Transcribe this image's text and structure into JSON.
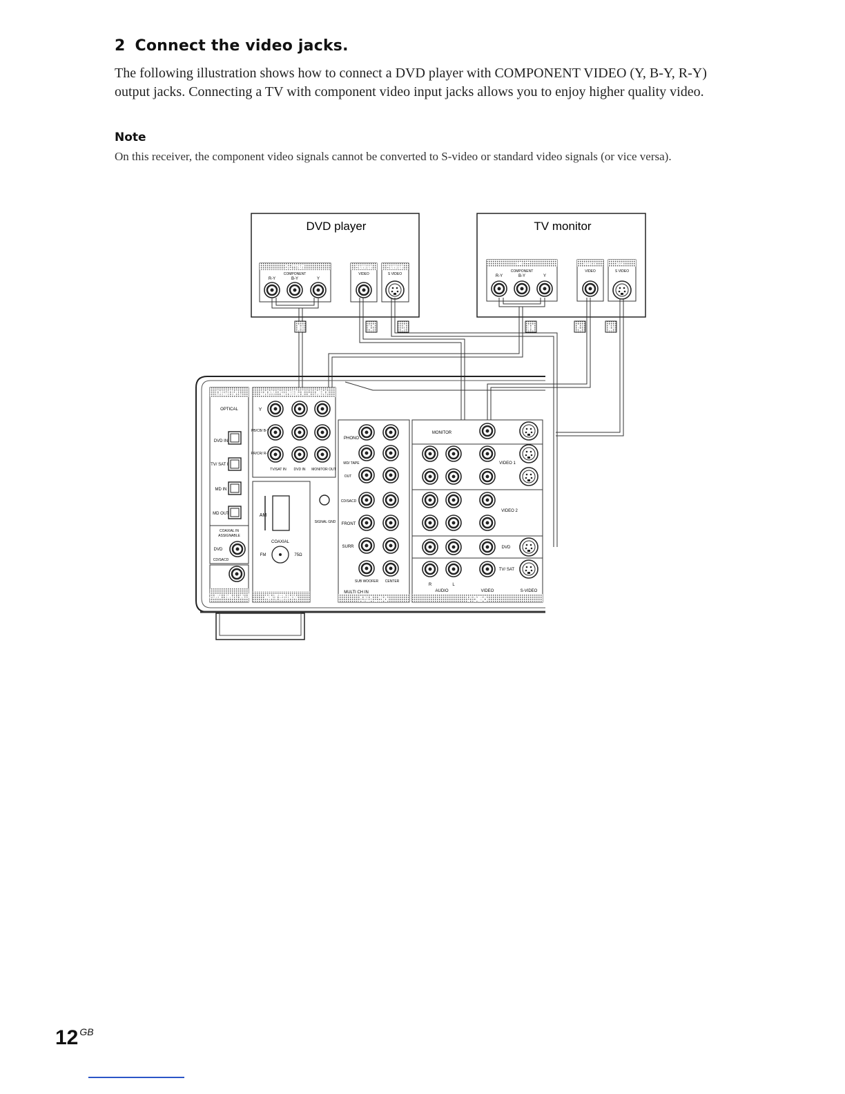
{
  "heading": {
    "number": "2",
    "title": "Connect the video jacks."
  },
  "body": "The following illustration shows how to connect a DVD player with COMPONENT VIDEO (Y, B-Y, R-Y) output jacks. Connecting a TV with component video input jacks allows you to enjoy higher quality video.",
  "note": {
    "title": "Note",
    "text": "On this receiver, the component video signals cannot be converted to S-video or standard video signals (or vice versa)."
  },
  "diagram": {
    "dvd_label": "DVD player",
    "tv_label": "TV monitor",
    "output": "OUTPUT",
    "input": "INPUT",
    "component": "COMPONENT",
    "ry": "R-Y",
    "by": "B-Y",
    "y": "Y",
    "video": "VIDEO",
    "svideo": "S VIDEO",
    "cable_h": "H",
    "cable_c": "C",
    "cable_d": "D",
    "digital": "DIGITAL",
    "optical": "OPTICAL",
    "component_video": "COMPONENT VIDEO",
    "dvd_in": "DVD IN",
    "tvsat_in": "TV/ SAT IN",
    "md_in": "MD IN",
    "md_out": "MD OUT",
    "coaxial_in": "COAXIAL IN",
    "assignable": "ASSIGNABLE",
    "dvd": "DVD",
    "cd_sacd": "CD/SACD",
    "control_a1": "CONTROL A1II",
    "antenna": "ANTENNA",
    "am": "AM",
    "fm": "FM",
    "coaxial": "COAXIAL",
    "ohm": "75Ω",
    "signal_gnd": "SIGNAL GND",
    "pb_cb": "PB/CB/ B-Y",
    "pr_cr": "PR/CR/ R-Y",
    "tvsat_in2": "TV/SAT IN",
    "dvd_in2": "DVD IN",
    "monitor_out": "MONITOR OUT",
    "analog": "ANALOG",
    "phono": "PHONO",
    "in": "IN",
    "out": "OUT",
    "md_tape": "MD/ TAPE",
    "front": "FRONT",
    "surr": "SURR",
    "sub_woofer": "SUB WOOFER",
    "center": "CENTER",
    "multi_ch_in": "MULTI CH IN",
    "r": "R",
    "l": "L",
    "monitor": "MONITOR",
    "video_1": "VIDEO 1",
    "video_2": "VIDEO 2",
    "tv_sat": "TV/ SAT",
    "audio": "AUDIO",
    "video_footer": "VIDEO",
    "svideo_footer": "S-VIDEO",
    "video_section": "VIDEO"
  },
  "page": {
    "number": "12",
    "suffix": "GB"
  }
}
